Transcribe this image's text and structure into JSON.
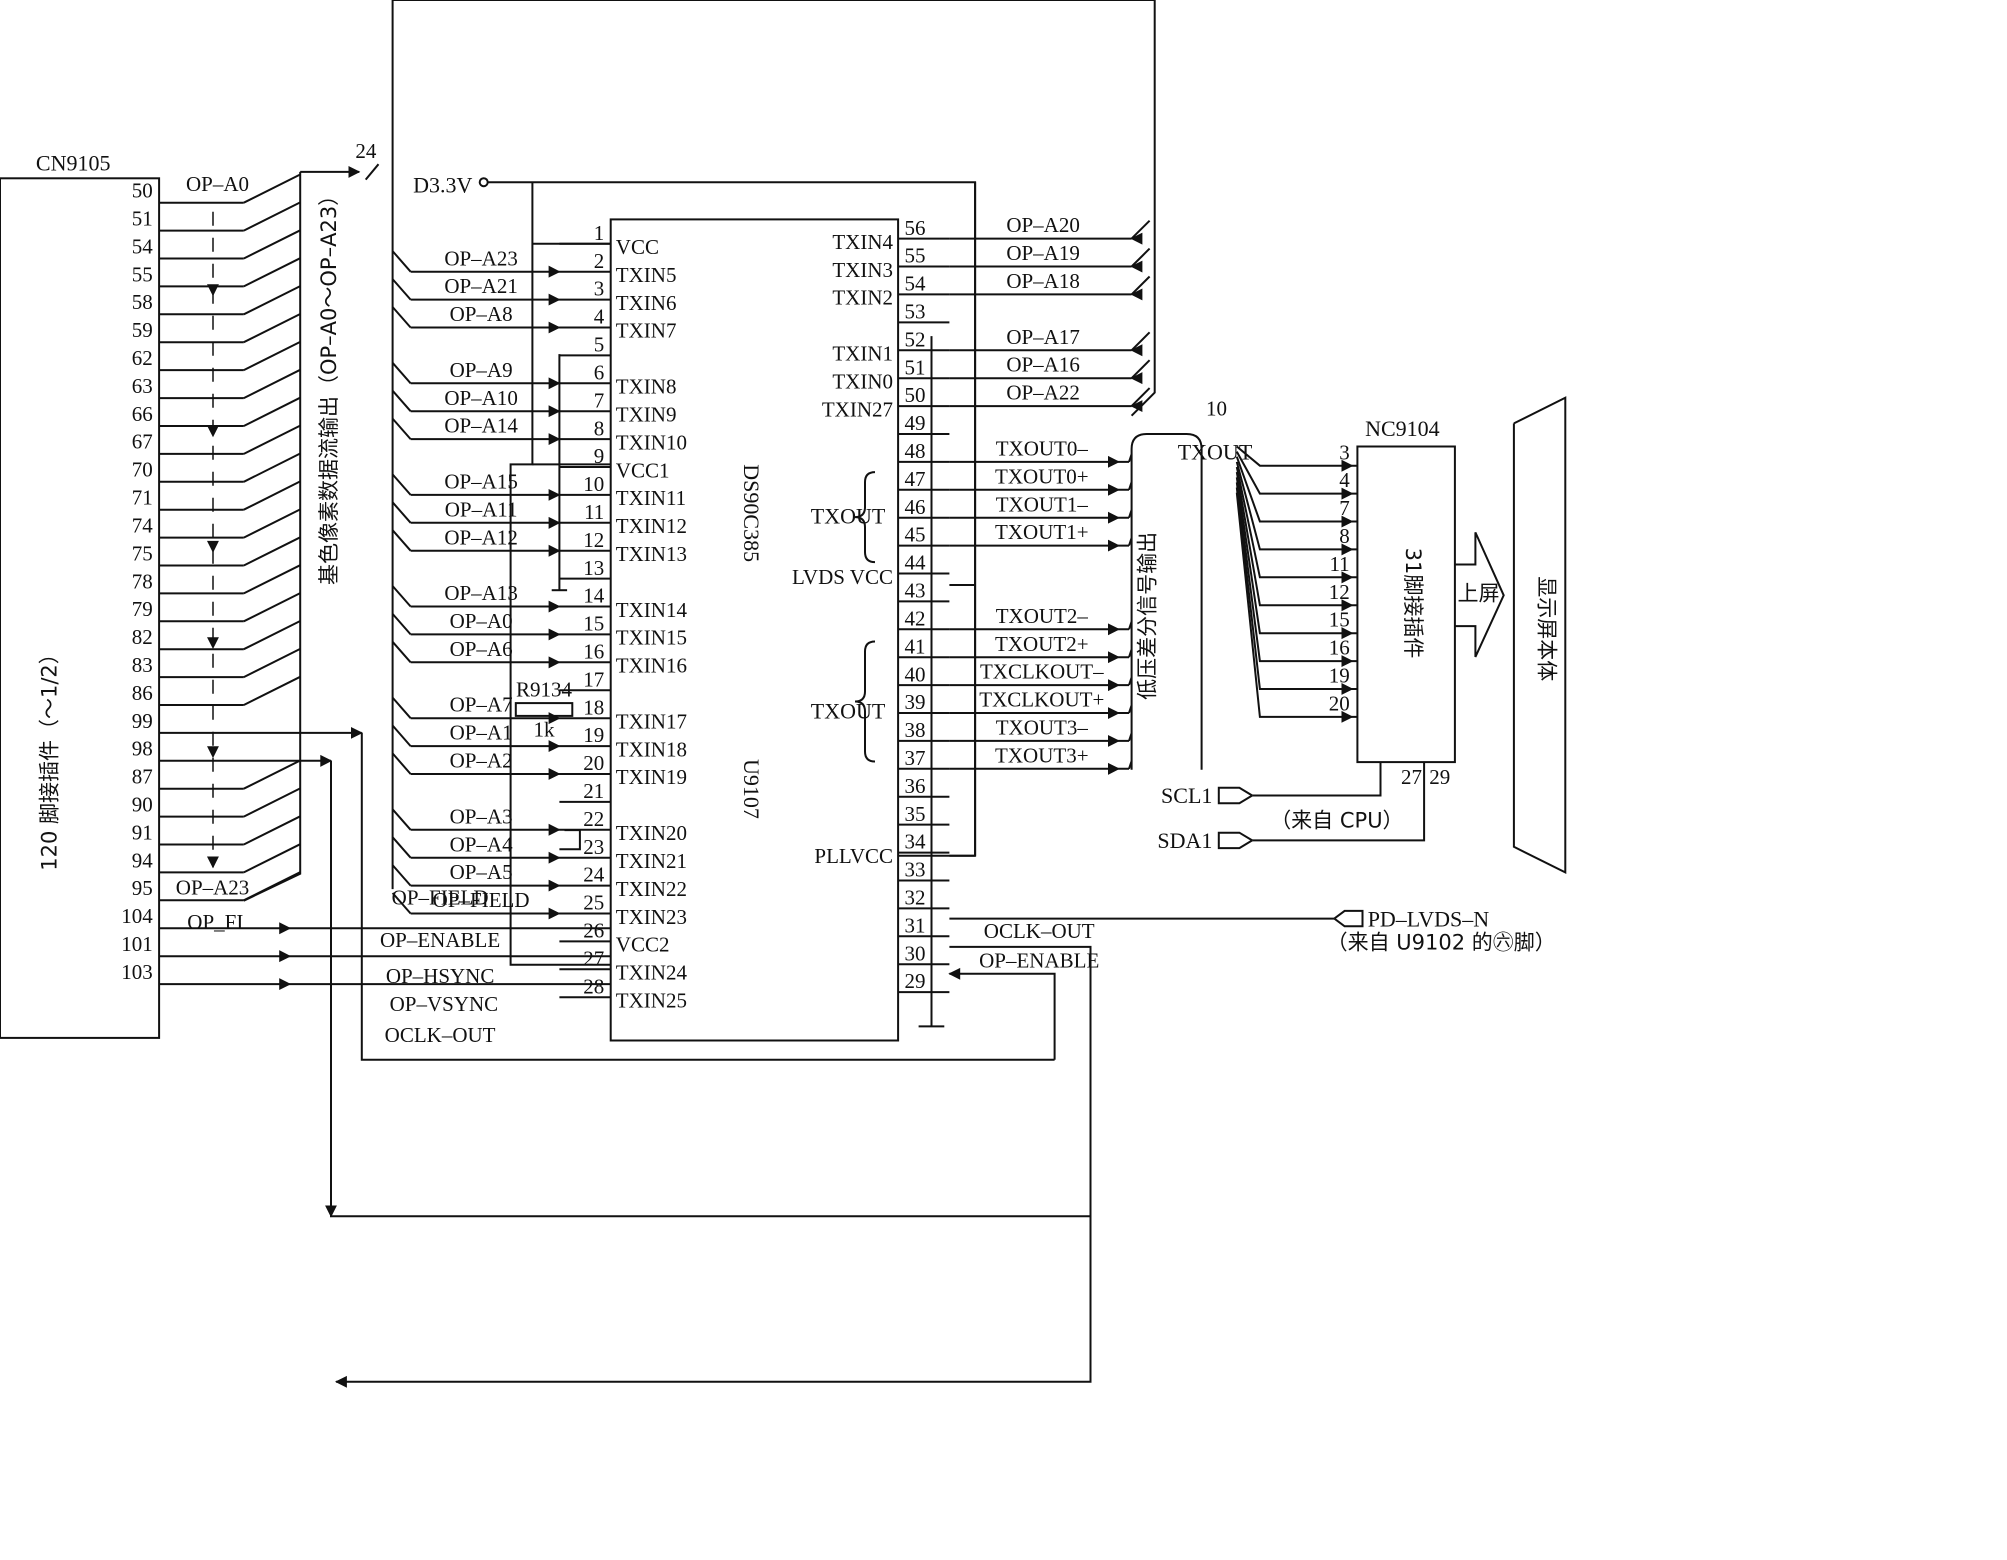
{
  "connector_left": {
    "name": "CN9105",
    "label": "120 脚接插件（～1/2）",
    "pins": [
      "50",
      "51",
      "54",
      "55",
      "58",
      "59",
      "62",
      "63",
      "66",
      "67",
      "70",
      "71",
      "74",
      "75",
      "78",
      "79",
      "82",
      "83",
      "86",
      "99",
      "98",
      "87",
      "90",
      "91",
      "94",
      "95",
      "104",
      "101",
      "103"
    ],
    "first_signal": "OP–A0",
    "last_signal": "OP–A23",
    "fi_signal": "OP_FI"
  },
  "bus": {
    "width_label": "24",
    "label": "基色像素数据流输出（OP–A0～OP–A23）"
  },
  "power_label": "D3.3V",
  "chip": {
    "part": "DS90C385",
    "ref": "U9107",
    "left_pins": [
      {
        "num": "1",
        "name": "VCC",
        "signal": ""
      },
      {
        "num": "2",
        "name": "TXIN5",
        "signal": "OP–A23"
      },
      {
        "num": "3",
        "name": "TXIN6",
        "signal": "OP–A21"
      },
      {
        "num": "4",
        "name": "TXIN7",
        "signal": "OP–A8"
      },
      {
        "num": "5",
        "name": "",
        "signal": ""
      },
      {
        "num": "6",
        "name": "TXIN8",
        "signal": "OP–A9"
      },
      {
        "num": "7",
        "name": "TXIN9",
        "signal": "OP–A10"
      },
      {
        "num": "8",
        "name": "TXIN10",
        "signal": "OP–A14"
      },
      {
        "num": "9",
        "name": "VCC1",
        "signal": ""
      },
      {
        "num": "10",
        "name": "TXIN11",
        "signal": "OP–A15"
      },
      {
        "num": "11",
        "name": "TXIN12",
        "signal": "OP–A11"
      },
      {
        "num": "12",
        "name": "TXIN13",
        "signal": "OP–A12"
      },
      {
        "num": "13",
        "name": "",
        "signal": ""
      },
      {
        "num": "14",
        "name": "TXIN14",
        "signal": "OP–A13"
      },
      {
        "num": "15",
        "name": "TXIN15",
        "signal": "OP–A0"
      },
      {
        "num": "16",
        "name": "TXIN16",
        "signal": "OP–A6"
      },
      {
        "num": "17",
        "name": "",
        "signal": ""
      },
      {
        "num": "18",
        "name": "TXIN17",
        "signal": "OP–A7"
      },
      {
        "num": "19",
        "name": "TXIN18",
        "signal": "OP–A1"
      },
      {
        "num": "20",
        "name": "TXIN19",
        "signal": "OP–A2"
      },
      {
        "num": "21",
        "name": "",
        "signal": ""
      },
      {
        "num": "22",
        "name": "TXIN20",
        "signal": "OP–A3"
      },
      {
        "num": "23",
        "name": "TXIN21",
        "signal": "OP–A4"
      },
      {
        "num": "24",
        "name": "TXIN22",
        "signal": "OP–A5"
      },
      {
        "num": "25",
        "name": "TXIN23",
        "signal": "OP–FIELD"
      },
      {
        "num": "26",
        "name": "VCC2",
        "signal": ""
      },
      {
        "num": "27",
        "name": "TXIN24",
        "signal": "OP–HSYNC"
      },
      {
        "num": "28",
        "name": "TXIN25",
        "signal": "OP–VSYNC"
      }
    ],
    "right_pins": [
      {
        "num": "56",
        "name": "TXIN4",
        "signal": "OP–A20"
      },
      {
        "num": "55",
        "name": "TXIN3",
        "signal": "OP–A19"
      },
      {
        "num": "54",
        "name": "TXIN2",
        "signal": "OP–A18"
      },
      {
        "num": "53",
        "name": "",
        "signal": ""
      },
      {
        "num": "52",
        "name": "TXIN1",
        "signal": "OP–A17"
      },
      {
        "num": "51",
        "name": "TXIN0",
        "signal": "OP–A16"
      },
      {
        "num": "50",
        "name": "TXIN27",
        "signal": "OP–A22"
      },
      {
        "num": "49",
        "name": "",
        "signal": ""
      },
      {
        "num": "48",
        "name": "",
        "signal": "TXOUT0–"
      },
      {
        "num": "47",
        "name": "",
        "signal": "TXOUT0+"
      },
      {
        "num": "46",
        "name": "",
        "signal": "TXOUT1–"
      },
      {
        "num": "45",
        "name": "",
        "signal": "TXOUT1+"
      },
      {
        "num": "44",
        "name": "LVDS VCC",
        "signal": ""
      },
      {
        "num": "43",
        "name": "",
        "signal": ""
      },
      {
        "num": "42",
        "name": "",
        "signal": "TXOUT2–"
      },
      {
        "num": "41",
        "name": "",
        "signal": "TXOUT2+"
      },
      {
        "num": "40",
        "name": "",
        "signal": "TXCLKOUT–"
      },
      {
        "num": "39",
        "name": "",
        "signal": "TXCLKOUT+"
      },
      {
        "num": "38",
        "name": "",
        "signal": "TXOUT3–"
      },
      {
        "num": "37",
        "name": "",
        "signal": "TXOUT3+"
      },
      {
        "num": "36",
        "name": "",
        "signal": ""
      },
      {
        "num": "35",
        "name": "",
        "signal": ""
      },
      {
        "num": "34",
        "name": "PLLVCC",
        "signal": ""
      },
      {
        "num": "33",
        "name": "",
        "signal": ""
      },
      {
        "num": "32",
        "name": "",
        "signal": ""
      },
      {
        "num": "31",
        "name": "",
        "signal": "OCLK–OUT"
      },
      {
        "num": "30",
        "name": "",
        "signal": "OP–ENABLE"
      },
      {
        "num": "29",
        "name": "",
        "signal": ""
      }
    ],
    "txout_group_label": "TXOUT"
  },
  "resistor": {
    "ref": "R9134",
    "value": "1k"
  },
  "left_signals": {
    "hsync": "OP–HSYNC",
    "vsync": "OP–VSYNC",
    "enable": "OP–ENABLE",
    "oclk": "OCLK–OUT"
  },
  "lvds": {
    "bus_count": "10",
    "bus_label": "TXOUT",
    "vertical_label": "低压差分信号输出"
  },
  "connector_right": {
    "name": "NC9104",
    "label": "31脚接插件",
    "pins": [
      "3",
      "4",
      "7",
      "8",
      "11",
      "12",
      "15",
      "16",
      "19",
      "20"
    ],
    "bottom_pins": [
      "27",
      "29"
    ],
    "out_arrow_label": "上屏"
  },
  "screen_label": "显示屏本体",
  "bus_signals": {
    "scl": "SCL1",
    "sda": "SDA1",
    "cpu_note": "（来自 CPU）",
    "pd": "PD–LVDS–N",
    "pd_note": "（来自 U9102 的㊅脚）"
  }
}
